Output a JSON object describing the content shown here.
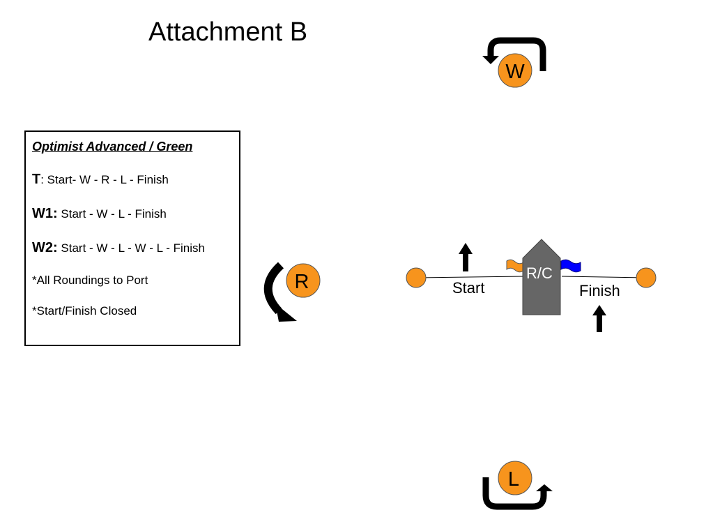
{
  "title": "Attachment B",
  "legend": {
    "heading": "Optimist Advanced / Green",
    "courses": [
      {
        "code": "T",
        "sep": ": ",
        "route": "Start- W - R - L - Finish"
      },
      {
        "code": "W1:",
        "sep": " ",
        "route": "Start - W - L - Finish"
      },
      {
        "code": "W2:",
        "sep": " ",
        "route": "Start - W - L - W - L - Finish"
      }
    ],
    "notes": [
      "*All Roundings to Port",
      "*Start/Finish Closed"
    ]
  },
  "marks": {
    "windward": "W",
    "reach": "R",
    "leeward": "L"
  },
  "start_finish": {
    "start_label": "Start",
    "finish_label": "Finish",
    "committee_boat": "R/C"
  },
  "colors": {
    "mark": "#f7941d",
    "committee_boat": "#666666",
    "orange_flag": "#f7941d",
    "blue_flag": "#0000ff"
  }
}
